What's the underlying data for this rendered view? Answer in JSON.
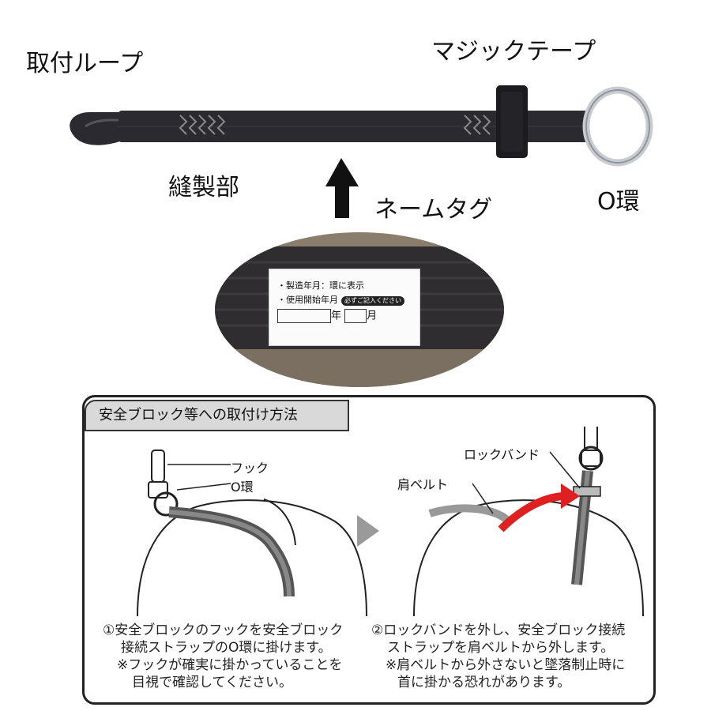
{
  "labels": {
    "loop": "取付ループ",
    "velcro": "マジックテープ",
    "sewn": "縫製部",
    "nametag": "ネームタグ",
    "oring": "O環"
  },
  "tag": {
    "line1": "・製造年月：環に表示",
    "line2": "・使用開始年月",
    "chip": "必ずご記入ください",
    "year": "年",
    "month": "月"
  },
  "panel": {
    "title": "安全ブロック等への取付け方法",
    "hook": "フック",
    "oring": "O環",
    "lockband": "ロックバンド",
    "shoulder_belt": "肩ベルト",
    "step1_l1": "①安全ブロックのフックを安全ブロック",
    "step1_l2": "接続ストラップのO環に掛けます。",
    "step1_l3": "※フックが確実に掛かっていることを",
    "step1_l4": "目視で確認してください。",
    "step2_l1": "②ロックバンドを外し、安全ブロック接続",
    "step2_l2": "ストラップを肩ベルトから外します。",
    "step2_l3": "※肩ベルトから外さないと墜落制止時に",
    "step2_l4": "首に掛かる恐れがあります。"
  },
  "colors": {
    "strap": "#2b2a30",
    "stitch": "#8a8a8a",
    "ring": "#c8ccd0",
    "arrow_red": "#e02020",
    "wood": "#8a7d6b"
  }
}
